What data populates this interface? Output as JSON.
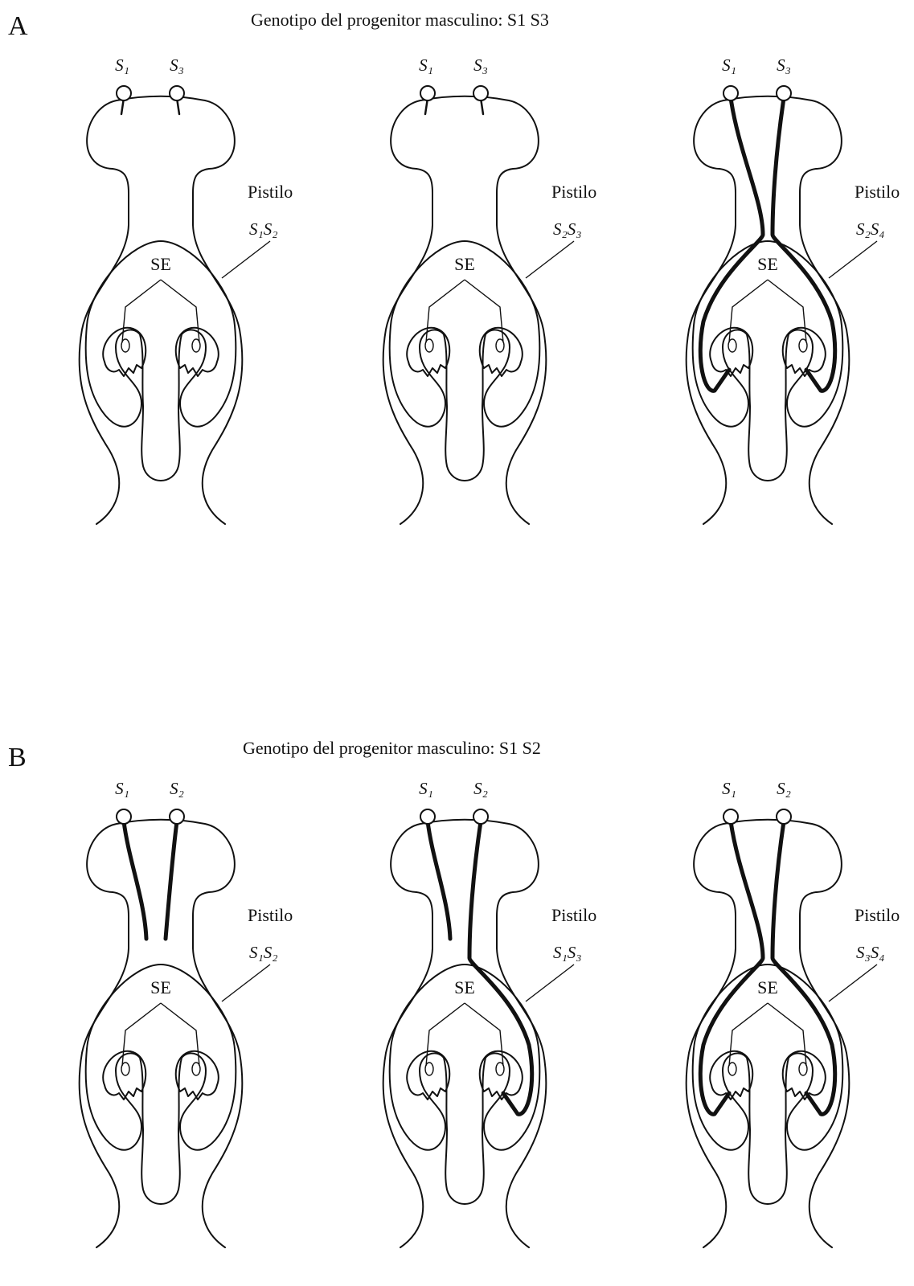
{
  "panels": [
    {
      "letter": "A",
      "title": "Genotipo del progenitor masculino: S1 S3",
      "flowers": [
        {
          "allele_left": "S₁",
          "allele_right": "S₃",
          "pistil_label": "Pistilo",
          "pistil_genotype": "S₁S₂",
          "se_label": "SE",
          "left_tube": "blocked",
          "right_tube": "blocked"
        },
        {
          "allele_left": "S₁",
          "allele_right": "S₃",
          "pistil_label": "Pistilo",
          "pistil_genotype": "S₂S₃",
          "se_label": "SE",
          "left_tube": "blocked",
          "right_tube": "blocked"
        },
        {
          "allele_left": "S₁",
          "allele_right": "S₃",
          "pistil_label": "Pistilo",
          "pistil_genotype": "S₂S₄",
          "se_label": "SE",
          "left_tube": "fertilizes",
          "right_tube": "fertilizes"
        }
      ]
    },
    {
      "letter": "B",
      "title": "Genotipo del progenitor masculino: S1 S2",
      "flowers": [
        {
          "allele_left": "S₁",
          "allele_right": "S₂",
          "pistil_label": "Pistilo",
          "pistil_genotype": "S₁S₂",
          "se_label": "SE",
          "left_tube": "arrested",
          "right_tube": "arrested"
        },
        {
          "allele_left": "S₁",
          "allele_right": "S₂",
          "pistil_label": "Pistilo",
          "pistil_genotype": "S₁S₃",
          "se_label": "SE",
          "left_tube": "arrested",
          "right_tube": "fertilizes"
        },
        {
          "allele_left": "S₁",
          "allele_right": "S₂",
          "pistil_label": "Pistilo",
          "pistil_genotype": "S₃S₄",
          "se_label": "SE",
          "left_tube": "fertilizes",
          "right_tube": "fertilizes"
        }
      ]
    }
  ]
}
